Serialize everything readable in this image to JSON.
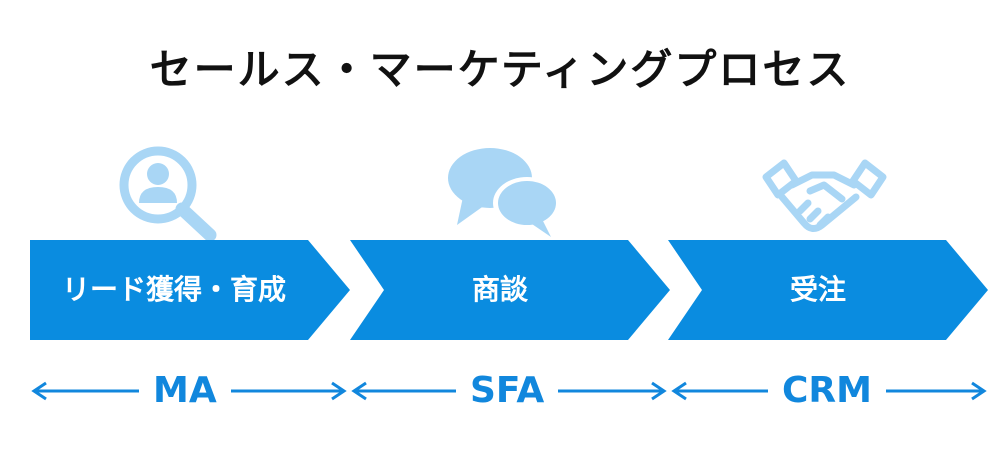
{
  "title": "セールス・マーケティングプロセス",
  "colors": {
    "arrow": "#0a8ce0",
    "icon": "#a9d6f5",
    "range": "#1187dd",
    "title": "#111111"
  },
  "stages": [
    {
      "label": "リード獲得・育成",
      "icon": "search-person-icon"
    },
    {
      "label": "商談",
      "icon": "chat-bubbles-icon"
    },
    {
      "label": "受注",
      "icon": "handshake-icon"
    }
  ],
  "ranges": [
    {
      "label": "MA"
    },
    {
      "label": "SFA"
    },
    {
      "label": "CRM"
    }
  ]
}
